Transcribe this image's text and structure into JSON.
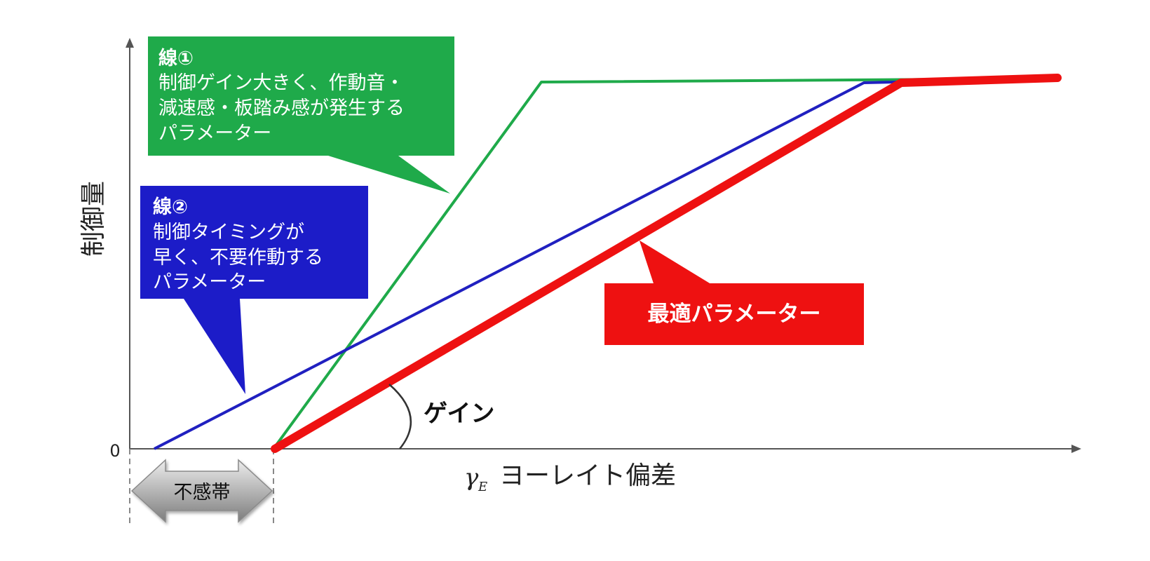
{
  "axes": {
    "y_label": "制御量",
    "x_label_symbol": "γ",
    "x_label_subscript": "E",
    "x_label_text": "ヨーレイト偏差",
    "origin_label": "0"
  },
  "dead_band": {
    "label": "不感帯"
  },
  "gain": {
    "label": "ゲイン"
  },
  "callouts": {
    "line1": {
      "title": "線①",
      "lines": [
        "制御ゲイン大きく、作動音・",
        "減速感・板踏み感が発生する",
        "パラメーター"
      ],
      "color": "#1faa4a"
    },
    "line2": {
      "title": "線②",
      "lines": [
        "制御タイミングが",
        "早く、不要作動する",
        "パラメーター"
      ],
      "color": "#1c1cc8"
    },
    "optimal": {
      "label": "最適パラメーター",
      "color": "#ee1111"
    }
  },
  "colors": {
    "axis": "#555555",
    "green_line": "#1faa4a",
    "blue_line": "#2020c0",
    "red_line": "#ee1111",
    "dead_band_arrow": "#9a9a9a"
  }
}
